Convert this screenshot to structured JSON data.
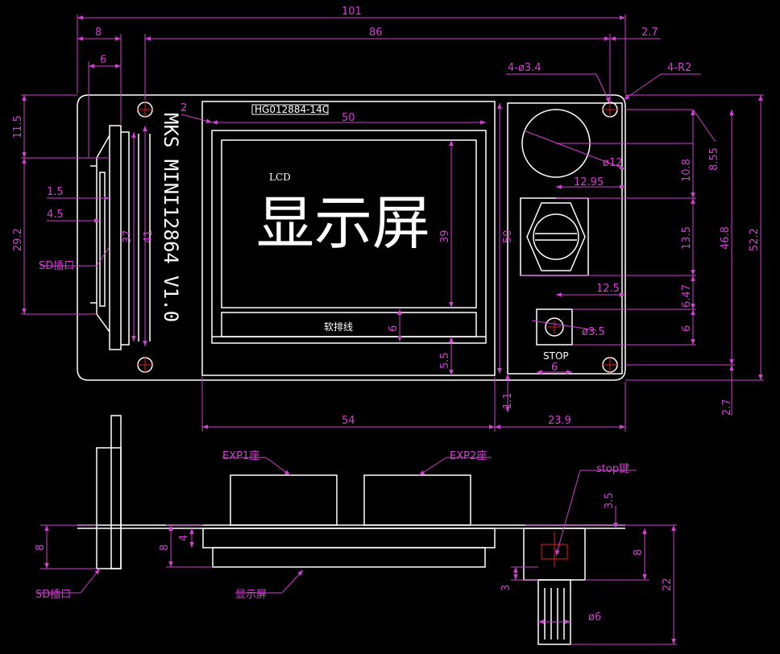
{
  "colors": {
    "background": "#000000",
    "outline": "#ffffff",
    "dimension": "#d23fd2",
    "center_mark": "#e02020"
  },
  "board": {
    "silkscreen": "MKS MINI12864 V1.0",
    "lcd_model": "HG012884-14C",
    "lcd_label": "LCD",
    "lcd_title": "显示屏",
    "ribbon_label": "软排线",
    "stop_label": "STOP"
  },
  "side_view": {
    "exp1": "EXP1座",
    "exp2": "EXP2座",
    "stop": "stop键",
    "sd_slot": "SD插口",
    "display": "显示屏"
  },
  "front_view": {
    "sd_slot": "SD插口"
  },
  "dims": {
    "d101": "101",
    "d86": "86",
    "d8": "8",
    "d6": "6",
    "d27": "2.7",
    "hole": "4-ø3.4",
    "radius": "4-R2",
    "d2": "2",
    "d50": "50",
    "d115": "11.5",
    "d15": "1.5",
    "d45": "4.5",
    "d292": "29.2",
    "d37": "37",
    "d41": "41",
    "d39": "39",
    "d50v": "50",
    "d12": "ø12",
    "d1295": "12.95",
    "d108": "10.8",
    "d855": "8.55",
    "d135": "13.5",
    "d468": "46.8",
    "d522": "52.2",
    "d125": "12.5",
    "d647": "6.47",
    "d35": "ø3.5",
    "d6b": "6",
    "d6c": "6",
    "d6d": "6",
    "d55": "5.5",
    "d11": "1.1",
    "d27b": "2.7",
    "d54": "54",
    "d239": "23.9",
    "s8a": "8",
    "s8b": "8",
    "s4": "4",
    "s35": "3.5",
    "s8c": "8",
    "s3": "3",
    "s22": "22",
    "s6": "ø6"
  }
}
